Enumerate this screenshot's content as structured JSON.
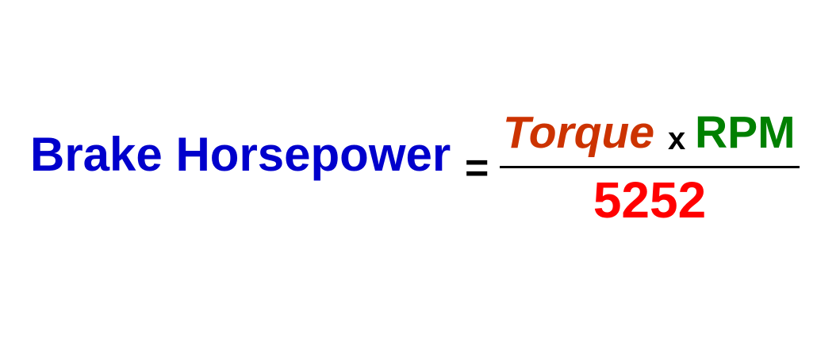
{
  "formula": {
    "lhs": "Brake Horsepower",
    "equals": "=",
    "numerator_left": "Torque",
    "times": "x",
    "numerator_right": "RPM",
    "denominator": "5252"
  },
  "colors": {
    "lhs": "#0000cc",
    "torque": "#cc3300",
    "times": "#000000",
    "rpm": "#008000",
    "denominator": "#ff0000",
    "equals": "#000000",
    "fraction_bar": "#000000"
  }
}
